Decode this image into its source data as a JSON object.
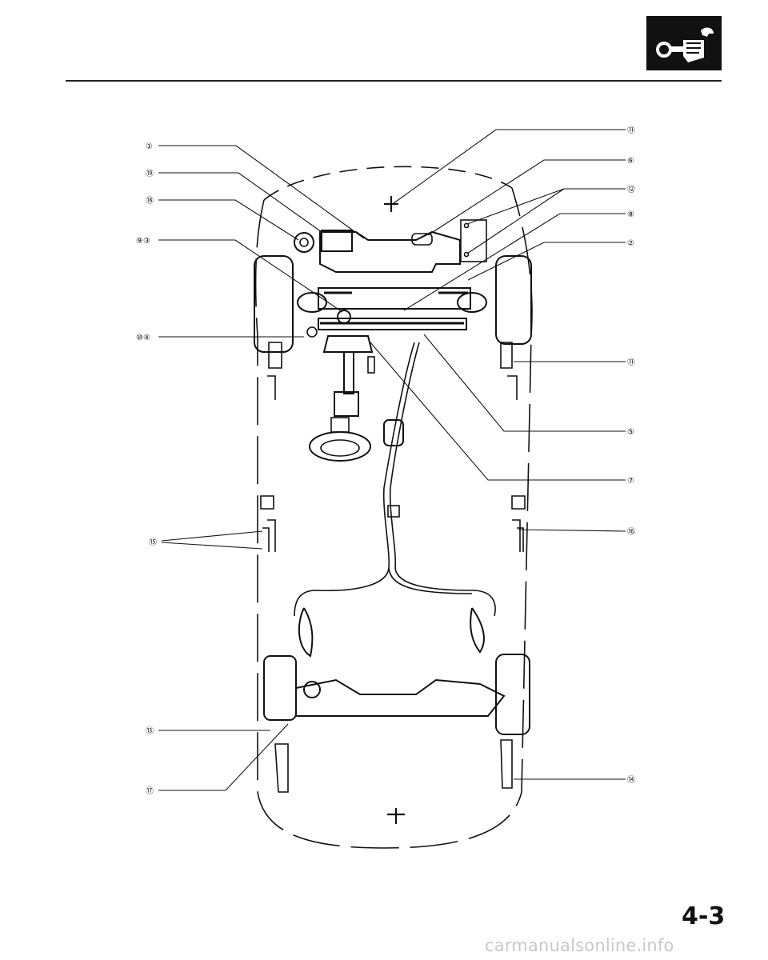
{
  "header": {
    "logo_icon": "wrench-fist-icon"
  },
  "callouts": {
    "c1": "①",
    "c19": "⑲",
    "c18": "⑱",
    "c9_3": "⑨③",
    "c10_4": "⑩④",
    "c15": "⑮",
    "c13": "⑬",
    "c17": "⑰",
    "c11_top": "⑪",
    "c6": "⑥",
    "c12": "⑫",
    "c8": "⑧",
    "c2": "②",
    "c11_mid": "⑪",
    "c5": "⑤",
    "c7": "⑦",
    "c16": "⑯",
    "c14": "⑭"
  },
  "footer": {
    "page_number": "4-3",
    "watermark": "carmanualsonline.info"
  }
}
